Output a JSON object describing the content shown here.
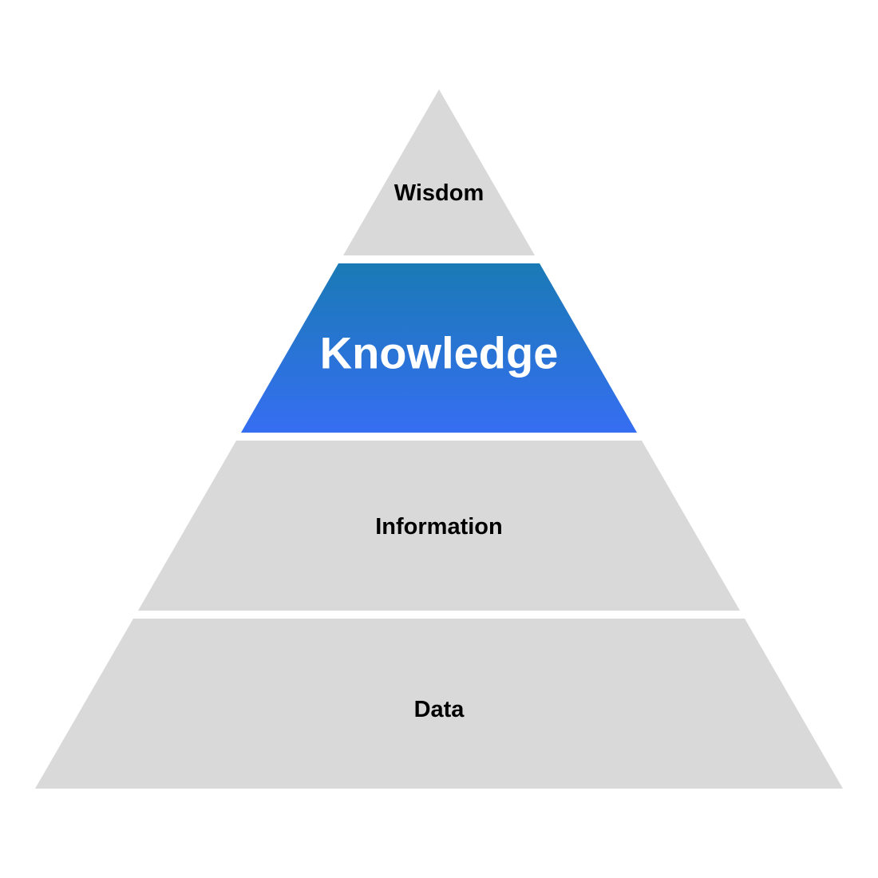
{
  "diagram": {
    "levels": [
      {
        "label": "Wisdom",
        "highlighted": false,
        "color": "#d9d9d9"
      },
      {
        "label": "Knowledge",
        "highlighted": true,
        "gradient": [
          "#1a7ab5",
          "#366ef2"
        ]
      },
      {
        "label": "Information",
        "highlighted": false,
        "color": "#d9d9d9"
      },
      {
        "label": "Data",
        "highlighted": false,
        "color": "#d9d9d9"
      }
    ]
  }
}
